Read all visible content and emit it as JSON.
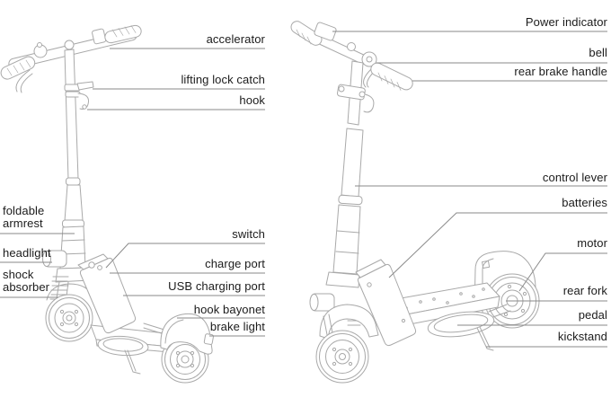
{
  "figure": {
    "background": "#ffffff",
    "art_line_color": "#a9a9a9",
    "leader_line_color": "#8a8a8a",
    "label_text_color": "#1b1b1b"
  },
  "left_scooter": {
    "labels": {
      "accelerator": "accelerator",
      "lifting_lock_catch": "lifting lock catch",
      "hook": "hook",
      "foldable_armrest": "foldable armrest",
      "headlight": "headlight",
      "shock_absorber": "shock absorber",
      "switch": "switch",
      "charge_port": "charge port",
      "usb_charging_port": "USB charging port",
      "hook_bayonet": "hook bayonet",
      "brake_light": "brake light"
    }
  },
  "right_scooter": {
    "labels": {
      "power_indicator": "Power indicator",
      "bell": "bell",
      "rear_brake_handle": "rear brake handle",
      "control_lever": "control lever",
      "batteries": "batteries",
      "motor": "motor",
      "rear_fork": "rear fork",
      "pedal": "pedal",
      "kickstand": "kickstand"
    }
  }
}
